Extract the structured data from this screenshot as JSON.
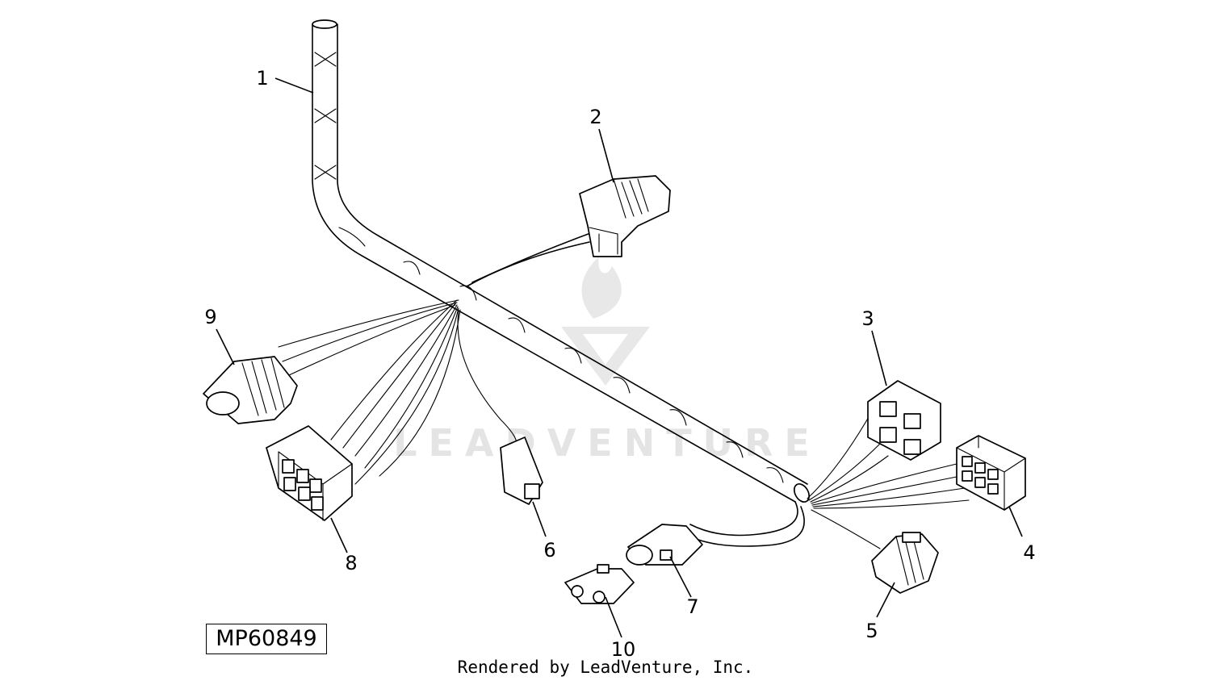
{
  "watermark": {
    "brand": "LEADVENTURE"
  },
  "callouts": [
    {
      "id": "callout-1",
      "text": "1"
    },
    {
      "id": "callout-2",
      "text": "2"
    },
    {
      "id": "callout-3",
      "text": "3"
    },
    {
      "id": "callout-4",
      "text": "4"
    },
    {
      "id": "callout-5",
      "text": "5"
    },
    {
      "id": "callout-6",
      "text": "6"
    },
    {
      "id": "callout-7",
      "text": "7"
    },
    {
      "id": "callout-8",
      "text": "8"
    },
    {
      "id": "callout-9",
      "text": "9"
    },
    {
      "id": "callout-10",
      "text": "10"
    }
  ],
  "figure_id": "MP60849",
  "render_credit": "Rendered by LeadVenture, Inc."
}
